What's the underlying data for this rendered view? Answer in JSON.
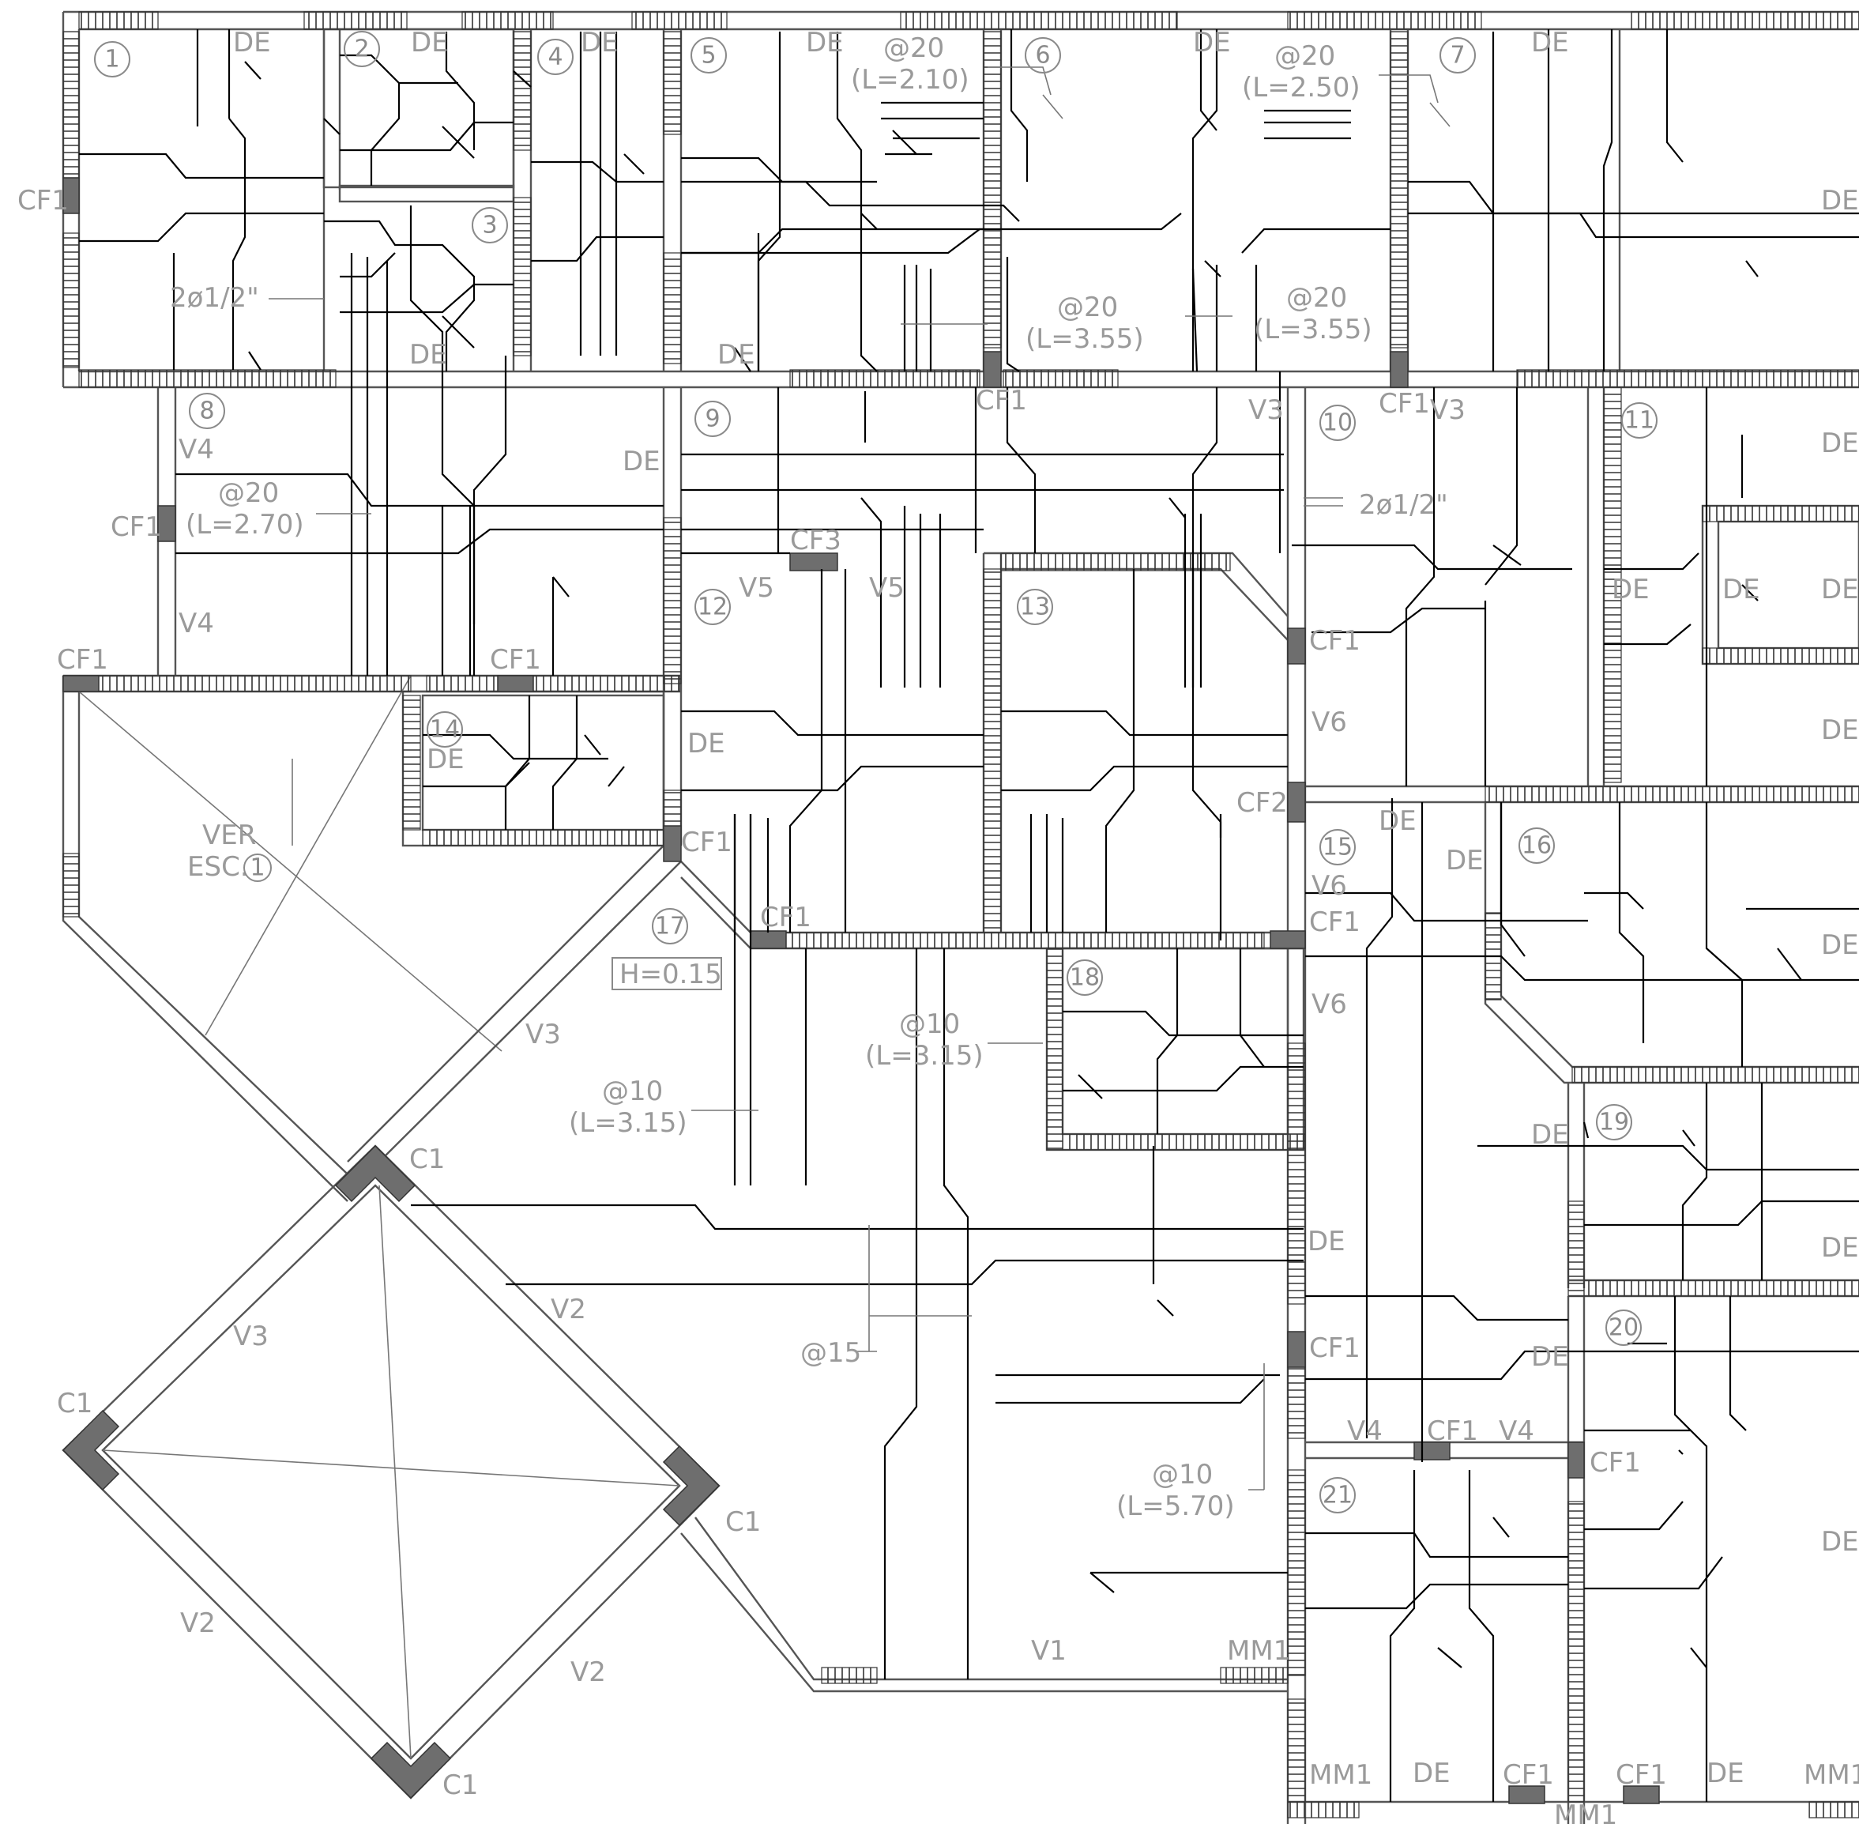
{
  "drawing": {
    "panel_numbers": [
      "1",
      "2",
      "3",
      "4",
      "5",
      "6",
      "7",
      "8",
      "9",
      "10",
      "11",
      "12",
      "13",
      "14",
      "15",
      "16",
      "17",
      "18",
      "19",
      "20",
      "21"
    ],
    "beam_labels": {
      "v1": "V1",
      "v2": "V2",
      "v3": "V3",
      "v4": "V4",
      "v5": "V5",
      "v6": "V6"
    },
    "column_labels": {
      "cf1": "CF1",
      "cf2": "CF2",
      "cf3": "CF3",
      "c1": "C1",
      "mm1": "MM1"
    },
    "rebar_notes": {
      "de": "DE",
      "two_phi_half": "2ø1/2\"",
      "at20": "@20",
      "at10": "@10",
      "at15": "@15",
      "l210": "(L=2.10)",
      "l250": "(L=2.50)",
      "l355": "(L=3.55)",
      "l270": "(L=2.70)",
      "l315": "(L=3.15)",
      "l570": "(L=5.70)",
      "h015": "H=0.15",
      "ver": "VER",
      "esc": "ESC.",
      "esc_num": "1"
    }
  }
}
